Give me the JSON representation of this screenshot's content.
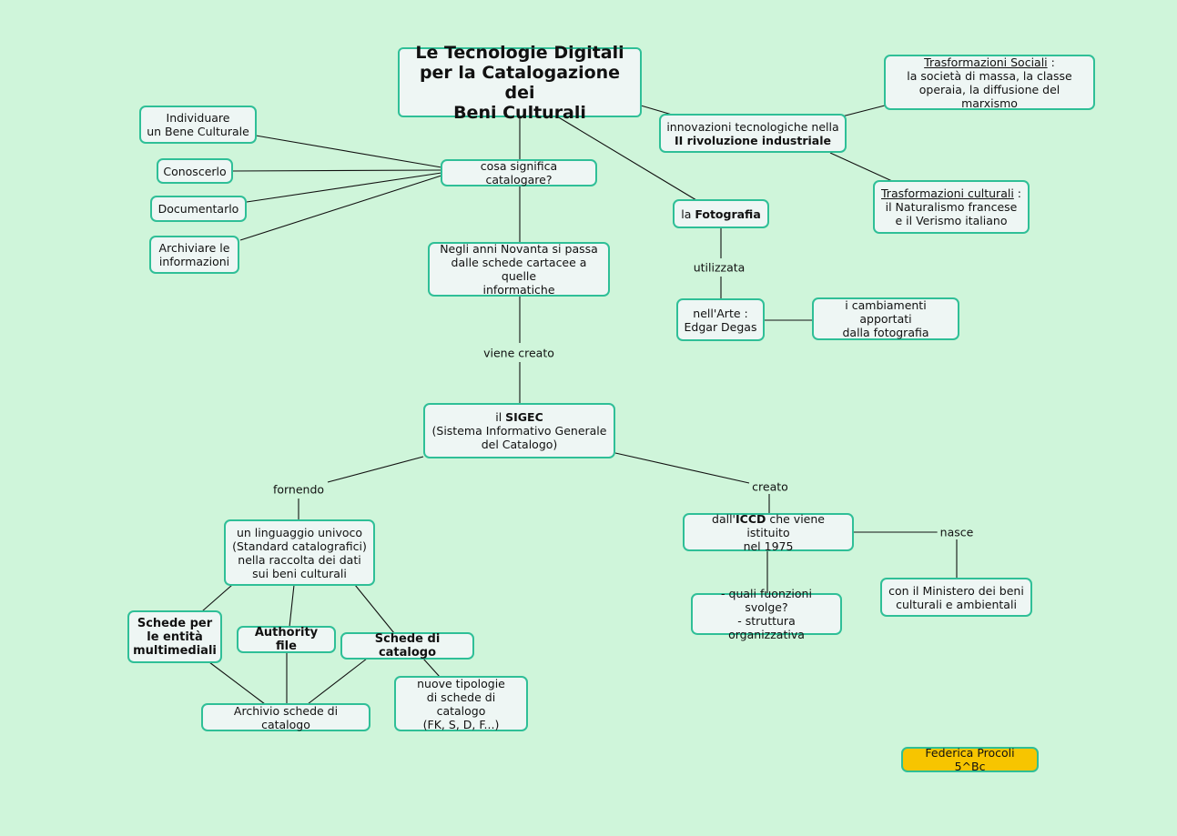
{
  "title": {
    "l1": "Le Tecnologie Digitali",
    "l2": "per la Catalogazione dei",
    "l3": "Beni Culturali"
  },
  "nodes": {
    "cosa": "cosa significa catalogare?",
    "individuare": {
      "l1": "Individuare",
      "l2": "un Bene Culturale"
    },
    "conoscerlo": "Conoscerlo",
    "documentarlo": "Documentarlo",
    "archiviare": {
      "l1": "Archiviare le",
      "l2": "informazioni"
    },
    "anni": {
      "l1": "Negli anni Novanta si passa",
      "l2": "dalle schede cartacee a quelle",
      "l3": "informatiche"
    },
    "sigec": {
      "pre": "il ",
      "bold": "SIGEC",
      "l2": "(Sistema Informativo Generale",
      "l3": "del Catalogo)"
    },
    "linguaggio": {
      "l1": "un linguaggio univoco",
      "l2": "(Standard catalografici)",
      "l3": "nella raccolta dei dati",
      "l4": "sui beni culturali"
    },
    "multimediali": {
      "l1": "Schede per",
      "l2": "le entità",
      "l3": "multimediali"
    },
    "authority": "Authority file",
    "schede": "Schede di catalogo",
    "archivio": "Archivio schede di catalogo",
    "nuove": {
      "l1": "nuove tipologie",
      "l2": "di schede di catalogo",
      "l3": "(FK, S, D, F...)"
    },
    "iccd": {
      "pre": "dall'",
      "bold": "ICCD",
      "post": " che viene istituito",
      "l2": "nel 1975"
    },
    "funzioni": {
      "l1": "- quali fuonzioni svolge?",
      "l2": "- struttura organizzativa"
    },
    "ministero": {
      "l1": "con il Ministero dei beni",
      "l2": "culturali e ambientali"
    },
    "innovazioni": {
      "l1": "innovazioni tecnologiche nella",
      "l2": "II rivoluzione industriale"
    },
    "sociali": {
      "u": "Trasformazioni Sociali",
      "post": " :",
      "l2": "la società di massa, la classe",
      "l3": "operaia, la diffusione del marxismo"
    },
    "culturali": {
      "u": "Trasformazioni culturali",
      "post": " :",
      "l2": "il Naturalismo francese",
      "l3": "e il Verismo italiano"
    },
    "fotografia": {
      "pre": "la ",
      "bold": "Fotografia"
    },
    "arte": {
      "l1": "nell'Arte :",
      "l2": "Edgar Degas"
    },
    "cambiamenti": {
      "l1": "i cambiamenti apportati",
      "l2": "dalla fotografia"
    },
    "author": "Federica Procoli 5^Bc"
  },
  "labels": {
    "viene_creato": "viene creato",
    "fornendo": "fornendo",
    "creato": "creato",
    "nasce": "nasce",
    "utilizzata": "utilizzata"
  },
  "colors": {
    "background": "#cff5da",
    "node_fill": "#eef6f4",
    "node_border": "#2fbf97",
    "author_fill": "#f7c500"
  }
}
